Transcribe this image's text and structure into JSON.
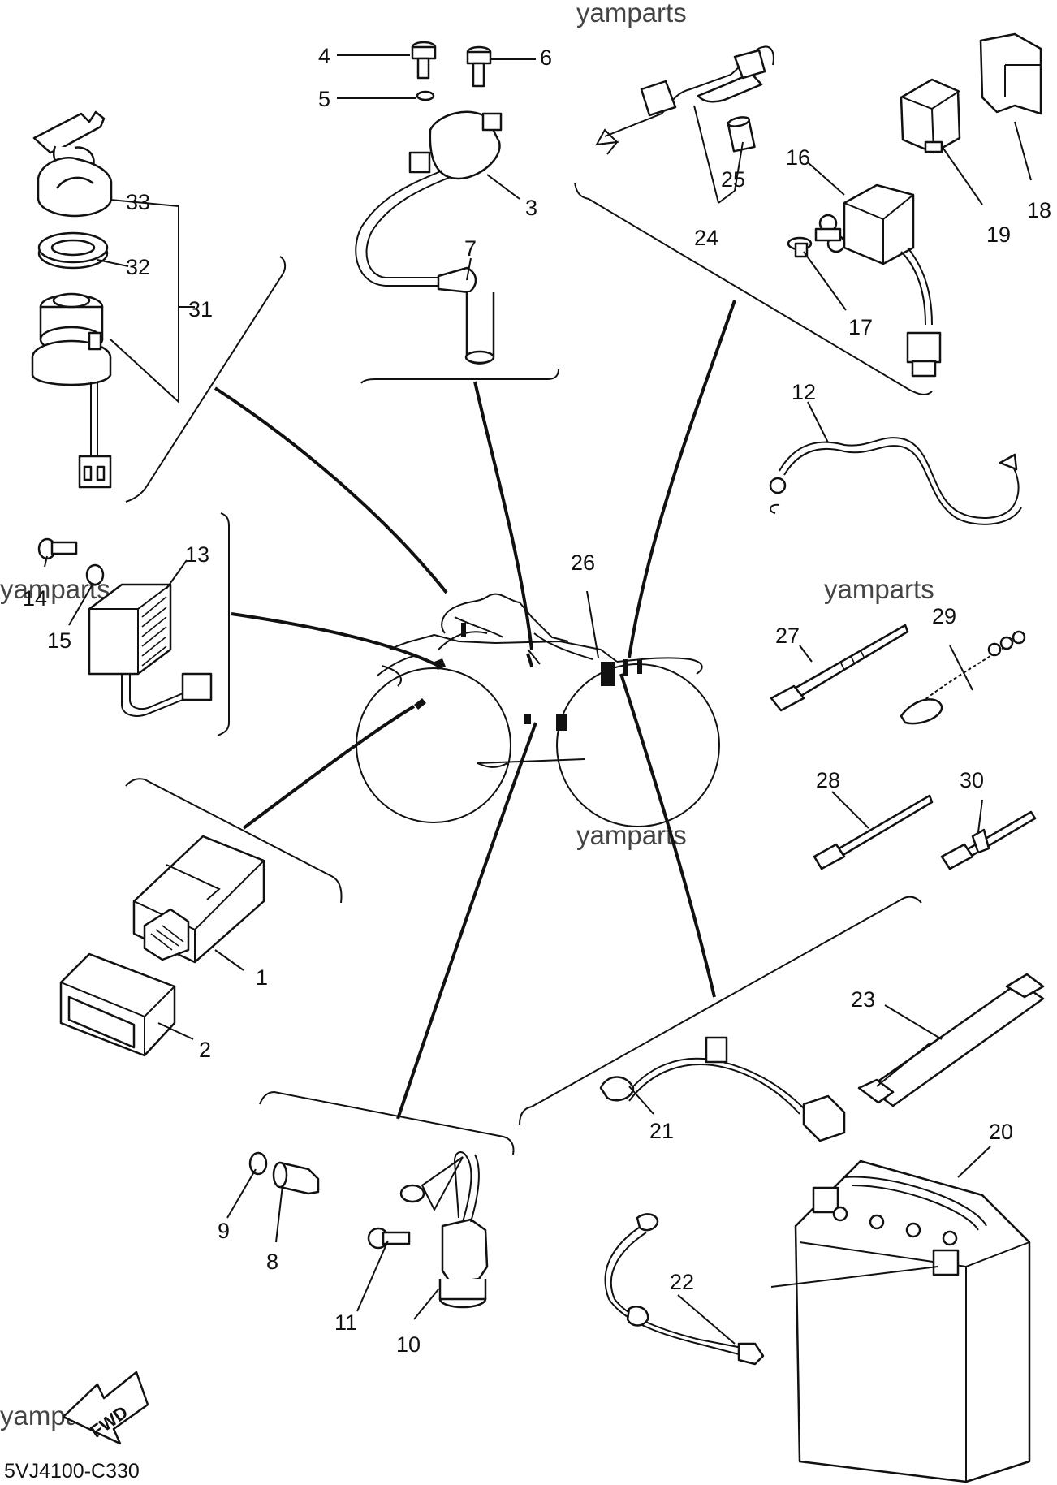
{
  "diagram": {
    "watermark": "yamparts",
    "drawing_code": "5VJ4100-C330",
    "fwd_label": "FWD",
    "part_numbers": {
      "p1": "1",
      "p2": "2",
      "p3": "3",
      "p4": "4",
      "p5": "5",
      "p6": "6",
      "p7": "7",
      "p8": "8",
      "p9": "9",
      "p10": "10",
      "p11": "11",
      "p12": "12",
      "p13": "13",
      "p14": "14",
      "p15": "15",
      "p16": "16",
      "p17": "17",
      "p18": "18",
      "p19": "19",
      "p20": "20",
      "p21": "21",
      "p22": "22",
      "p23": "23",
      "p24": "24",
      "p25": "25",
      "p26": "26",
      "p27": "27",
      "p28": "28",
      "p29": "29",
      "p30": "30",
      "p31": "31",
      "p32": "32",
      "p33": "33"
    }
  }
}
